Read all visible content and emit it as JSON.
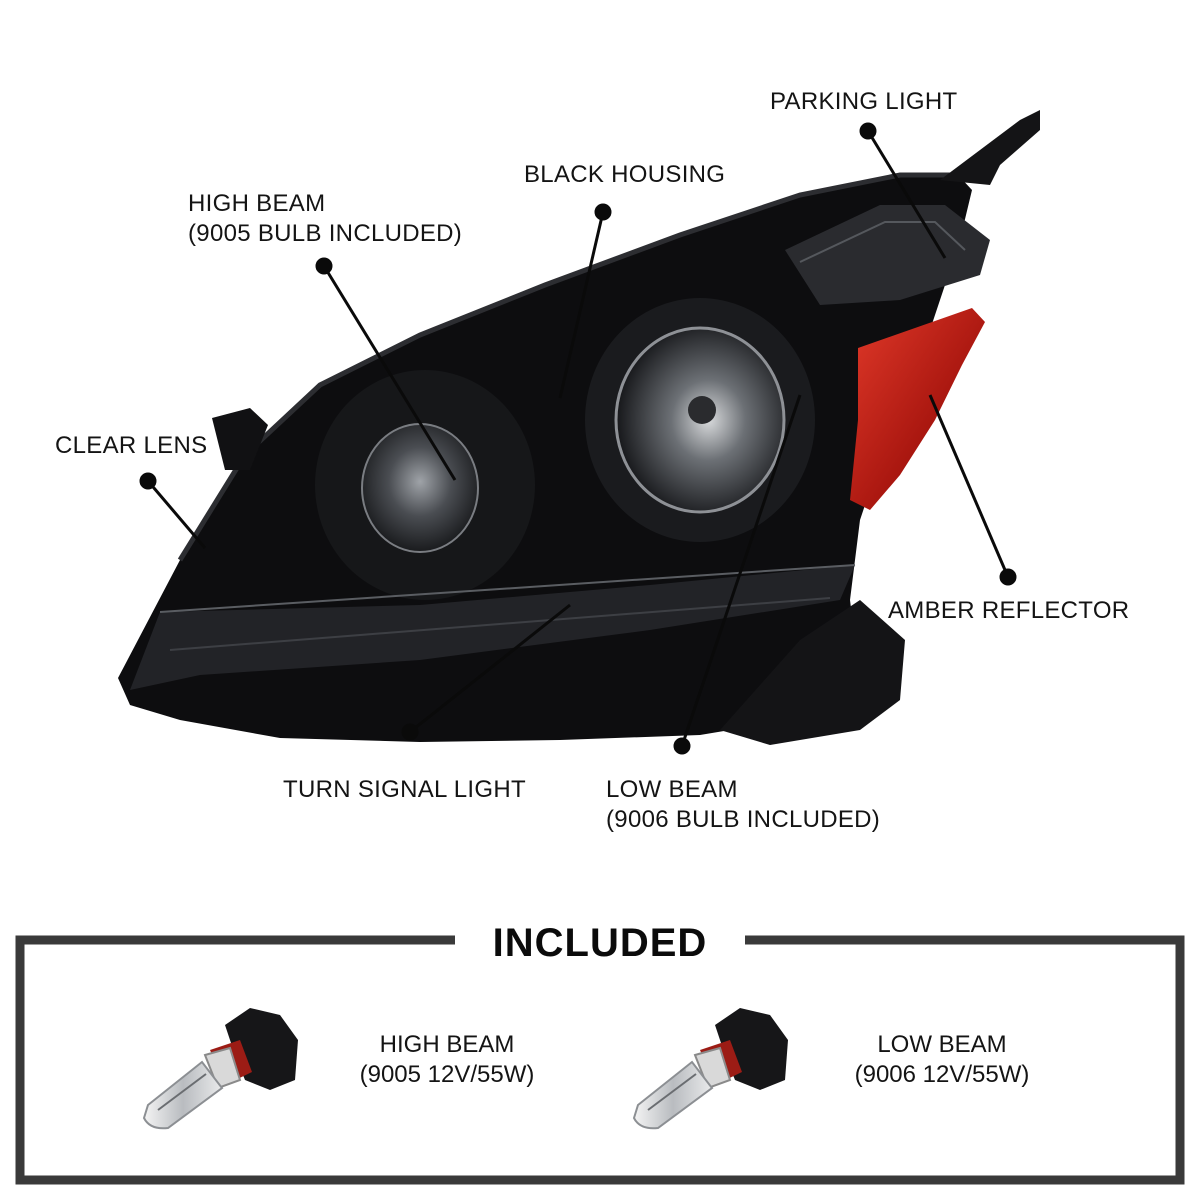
{
  "callouts": {
    "parking_light": "PARKING LIGHT",
    "black_housing": "BLACK HOUSING",
    "high_beam": {
      "line1": "HIGH BEAM",
      "line2": "(9005 BULB INCLUDED)"
    },
    "clear_lens": "CLEAR LENS",
    "amber_reflector": "AMBER REFLECTOR",
    "turn_signal_light": "TURN SIGNAL LIGHT",
    "low_beam": {
      "line1": "LOW BEAM",
      "line2": "(9006 BULB INCLUDED)"
    }
  },
  "included": {
    "title": "INCLUDED",
    "bulbs": [
      {
        "line1": "HIGH BEAM",
        "line2": "(9005 12V/55W)"
      },
      {
        "line1": "LOW BEAM",
        "line2": "(9006 12V/55W)"
      }
    ]
  },
  "colors": {
    "housing": "#0d0d0f",
    "amber": "#b3211a",
    "frame": "#3a3a3a",
    "leader": "#0a0a0a"
  }
}
